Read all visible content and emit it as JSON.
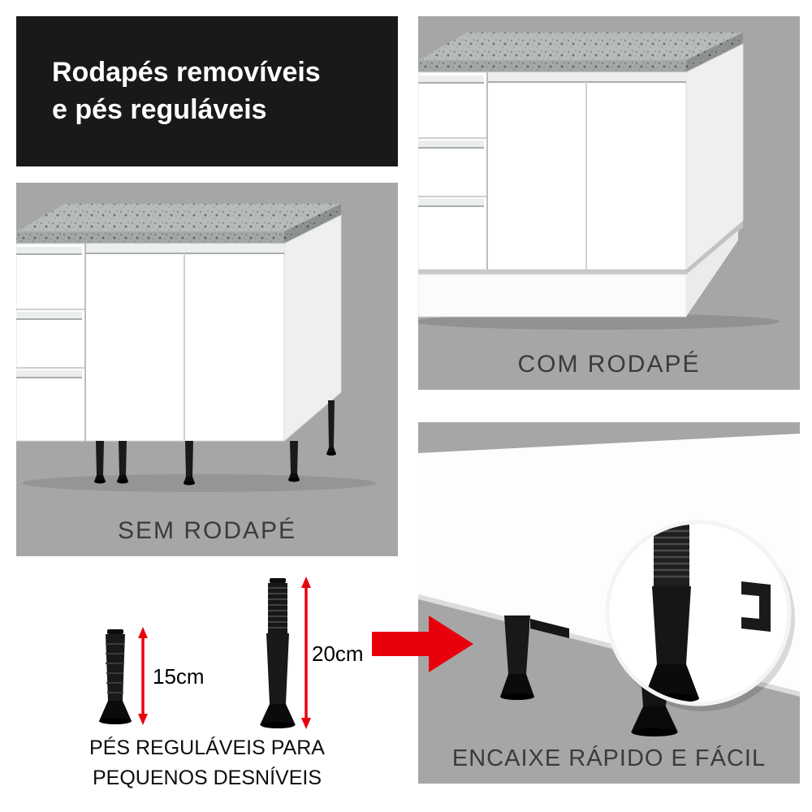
{
  "title": {
    "line1": "Rodapés removíveis",
    "line2": "e pés reguláveis"
  },
  "panels": {
    "sem_rodape": {
      "label": "SEM RODAPÉ"
    },
    "com_rodape": {
      "label": "COM RODAPÉ"
    },
    "encaixe": {
      "label": "ENCAIXE RÁPIDO E FÁCIL"
    }
  },
  "measurements": {
    "short_foot": "15cm",
    "tall_foot": "20cm"
  },
  "caption": {
    "line1": "PÉS REGULÁVEIS PARA",
    "line2": "PEQUENOS DESNÍVEIS"
  },
  "icons": {
    "right_arrow": "right-arrow-icon",
    "magnifier": "magnifier-circle",
    "measure_arrows": "measure-arrow-icon"
  },
  "colors": {
    "panel_background": "#a6a6a6",
    "title_background": "#191919",
    "accent_red": "#e8000d",
    "label_text": "#3b3b3b",
    "countertop_gray": "#b7bbbb",
    "cabinet_white": "#ffffff",
    "foot_black": "#141414"
  }
}
